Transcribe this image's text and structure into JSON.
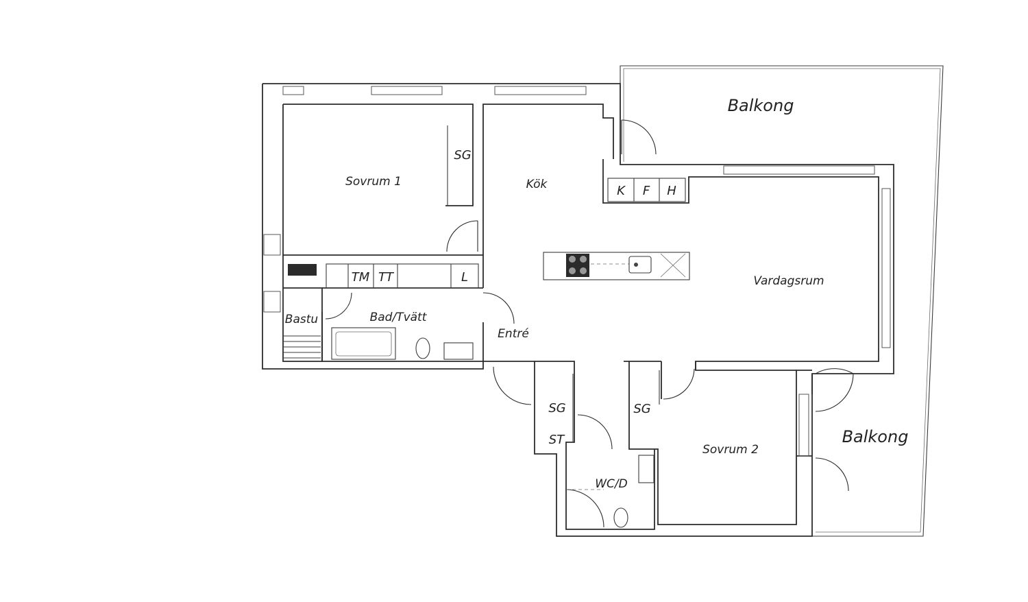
{
  "labels": {
    "balkong_top": "Balkong",
    "balkong_right": "Balkong",
    "sovrum1": "Sovrum 1",
    "sg_sov1": "SG",
    "kok": "Kök",
    "k": "K",
    "f": "F",
    "h": "H",
    "vardagsrum": "Vardagsrum",
    "tm": "TM",
    "tt": "TT",
    "l": "L",
    "bastu": "Bastu",
    "bad": "Bad/Tvätt",
    "entre": "Entré",
    "sg_hall": "SG",
    "st": "ST",
    "sg_sov2": "SG",
    "sovrum2": "Sovrum 2",
    "wcd": "WC/D"
  }
}
